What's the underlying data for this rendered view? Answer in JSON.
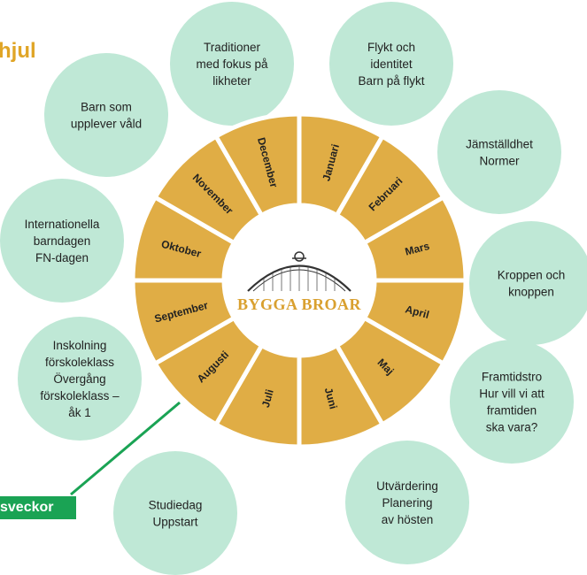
{
  "title": "hjul",
  "badge": "sveckor",
  "logo": {
    "text": "BYGGA BROAR"
  },
  "colors": {
    "segment": "#e0ad45",
    "segment_stroke": "#ffffff",
    "bubble": "#bfe8d6",
    "accent_line": "#1aa354",
    "title": "#e0a526"
  },
  "months": [
    "Januari",
    "Februari",
    "Mars",
    "April",
    "Maj",
    "Juni",
    "Juli",
    "Augusti",
    "September",
    "Oktober",
    "November",
    "December"
  ],
  "bubbles": [
    {
      "lines": [
        "Traditioner",
        "med fokus på",
        "likheter"
      ]
    },
    {
      "lines": [
        "Flykt och",
        "identitet",
        "Barn på flykt"
      ]
    },
    {
      "lines": [
        "Jämställdhet",
        "Normer"
      ]
    },
    {
      "lines": [
        "Kroppen och",
        "knoppen"
      ]
    },
    {
      "lines": [
        "Framtidstro",
        "Hur vill vi att",
        "framtiden",
        "ska vara?"
      ]
    },
    {
      "lines": [
        "Utvärdering",
        "Planering",
        "av hösten"
      ]
    },
    {
      "lines": [
        "Studiedag",
        "Uppstart"
      ]
    },
    {
      "lines": [
        "Inskolning",
        "förskoleklass",
        "Övergång",
        "förskoleklass –",
        "åk 1"
      ]
    },
    {
      "lines": [
        "Internationella",
        "barndagen",
        "FN-dagen"
      ]
    },
    {
      "lines": [
        "Barn som",
        "upplever våld"
      ]
    }
  ]
}
